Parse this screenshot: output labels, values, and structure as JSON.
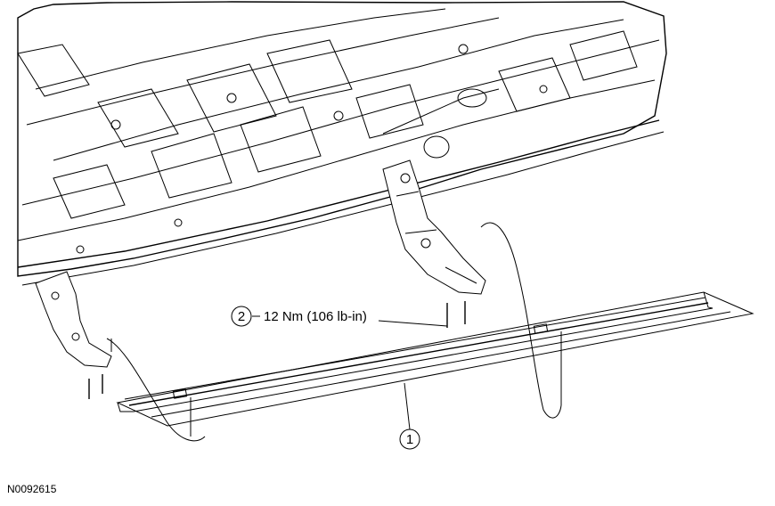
{
  "callouts": [
    {
      "number": "1",
      "text": ""
    },
    {
      "number": "2",
      "text": "12 Nm (106 lb-in)"
    }
  ],
  "figure_id": "N0092615"
}
